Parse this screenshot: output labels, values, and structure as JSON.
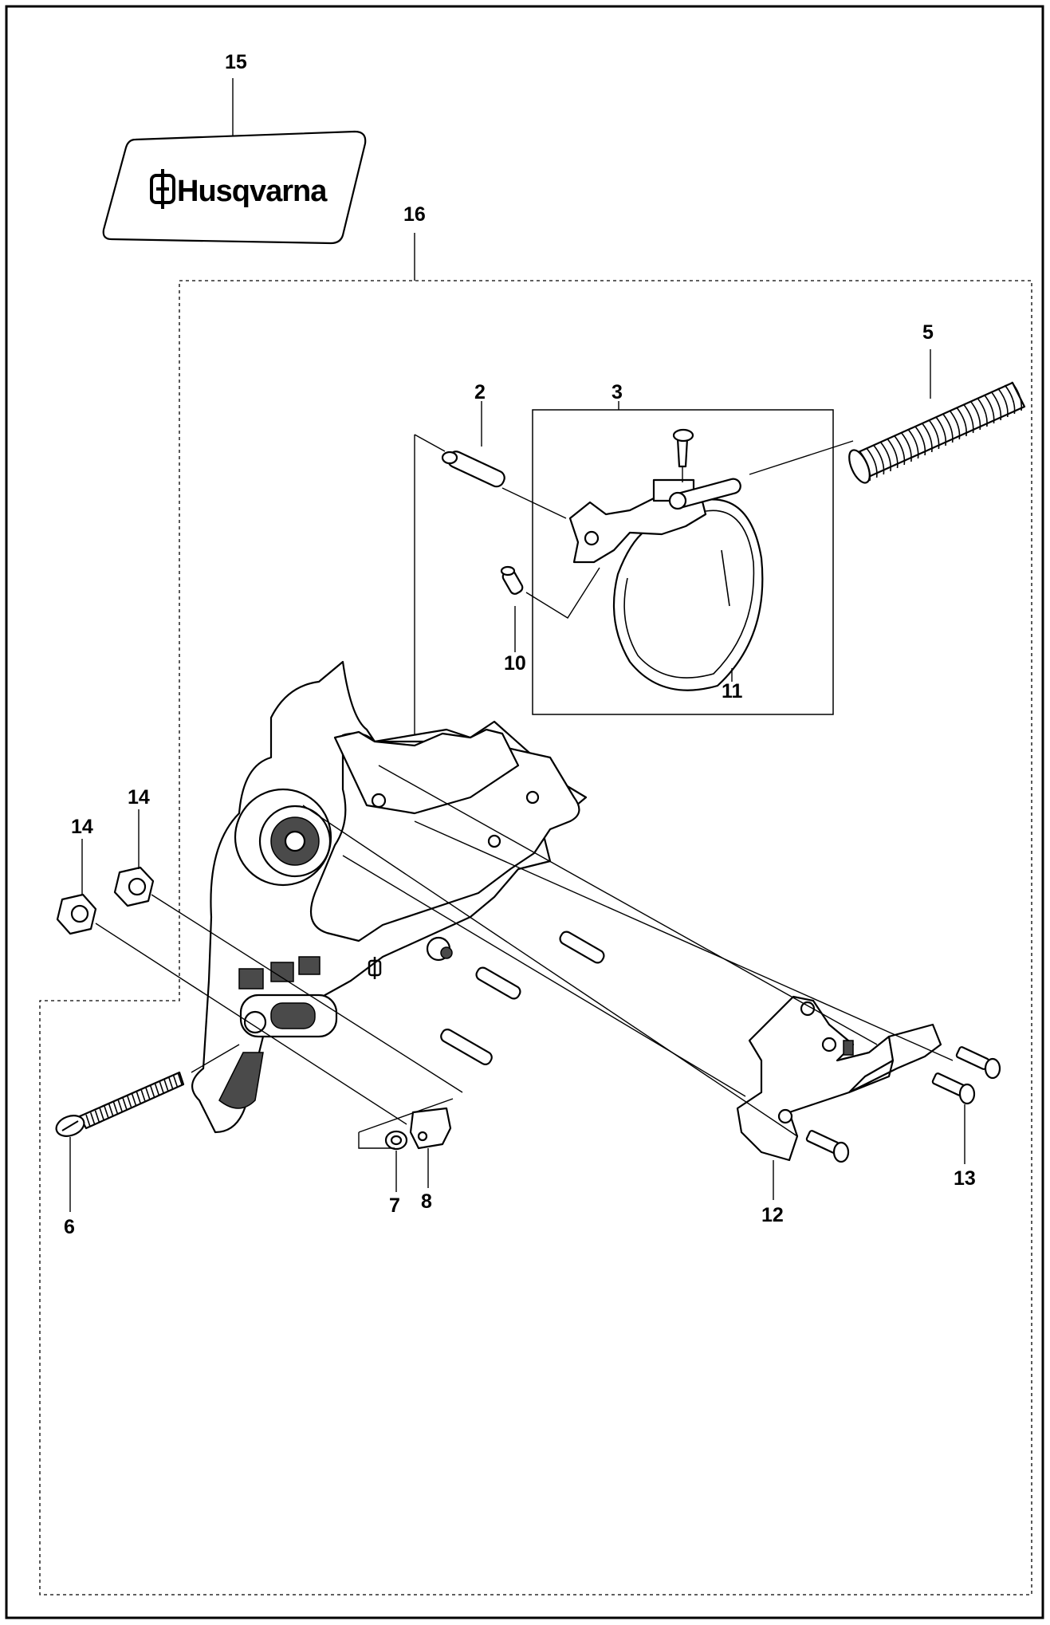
{
  "brand": {
    "logo_text": "Husqvarna"
  },
  "callouts": {
    "c2": "2",
    "c3": "3",
    "c5": "5",
    "c6": "6",
    "c7": "7",
    "c8": "8",
    "c10": "10",
    "c11": "11",
    "c12": "12",
    "c13": "13",
    "c14a": "14",
    "c14b": "14",
    "c15": "15",
    "c16": "16"
  },
  "colors": {
    "line": "#000000",
    "background": "#ffffff",
    "shading": "#4a4a4a"
  }
}
